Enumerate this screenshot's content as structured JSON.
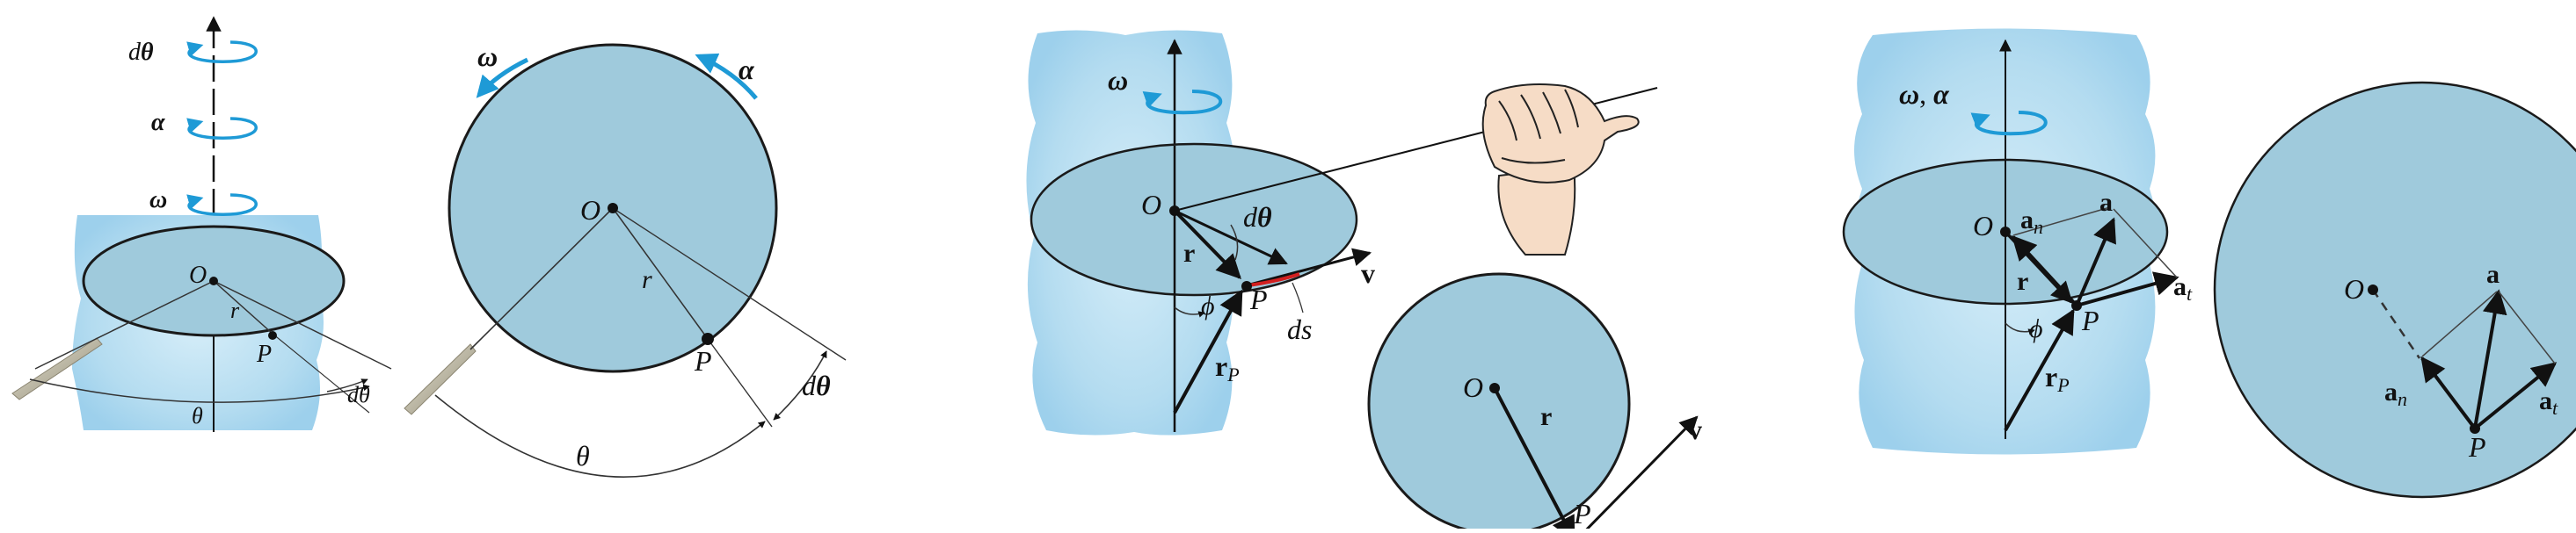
{
  "colors": {
    "disk_fill": "#9fcadc",
    "disk_stroke": "#1a1a1a",
    "body_fill": "#bfe1f1",
    "body_edge": "#a9d6ee",
    "arrow_blue": "#1e9ad6",
    "vector_black": "#111111",
    "red_arc": "#d21f1f",
    "skin": "#f6dcc6",
    "ground": "#b9b39f"
  },
  "icons": {
    "hand": "right-hand-rule-icon",
    "curl_arrow": "rotation-curl-icon"
  },
  "panel1": {
    "d_theta": "dθ",
    "d_prefix": "d",
    "theta_bold": "θ",
    "alpha": "α",
    "omega": "ω",
    "O": "O",
    "r": "r",
    "P": "P",
    "theta": "θ",
    "d_theta_plain": "dθ"
  },
  "panel2": {
    "omega": "ω",
    "alpha": "α",
    "O": "O",
    "r": "r",
    "P": "P",
    "d_prefix": "d",
    "theta_bold": "θ",
    "theta": "θ"
  },
  "panel3": {
    "omega": "ω",
    "O": "O",
    "d_prefix": "d",
    "theta_bold": "θ",
    "r": "r",
    "phi": "ϕ",
    "P": "P",
    "ds": "ds",
    "v": "v",
    "r_P": "r",
    "P_sub": "P"
  },
  "panel4": {
    "O": "O",
    "r": "r",
    "P": "P",
    "v": "v"
  },
  "panel5": {
    "omega_alpha_1": "ω",
    "comma": ", ",
    "omega_alpha_2": "α",
    "O": "O",
    "a": "a",
    "a_n": "a",
    "n_sub": "n",
    "r": "r",
    "P": "P",
    "a_t": "a",
    "t_sub": "t",
    "phi": "ϕ",
    "r_P": "r",
    "P_sub": "P"
  },
  "panel6": {
    "O": "O",
    "a": "a",
    "a_n": "a",
    "n_sub": "n",
    "P": "P",
    "a_t": "a",
    "t_sub": "t"
  }
}
